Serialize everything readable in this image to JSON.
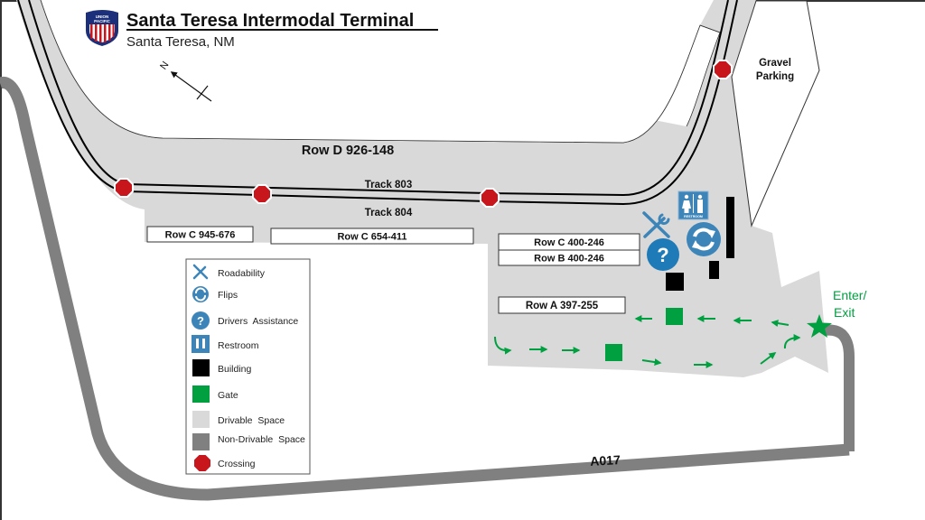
{
  "header": {
    "title": "Santa Teresa Intermodal Terminal",
    "subtitle": "Santa Teresa, NM",
    "logo_text": "UNION PACIFIC",
    "north_label": "N"
  },
  "map": {
    "rows": {
      "row_d": "Row D 926-148",
      "row_c_1": "Row C 945-676",
      "row_c_2": "Row C 654-411",
      "row_c_3": "Row C 400-246",
      "row_b": "Row B 400-246",
      "row_a": "Row A 397-255"
    },
    "tracks": {
      "upper": "Track 803",
      "lower": "Track 804"
    },
    "gravel_parking": {
      "line1": "Gravel",
      "line2": "Parking"
    },
    "entrance": {
      "line1": "Enter/",
      "line2": "Exit"
    },
    "road_label": "A017",
    "restroom_sign_text": "RESTROOM"
  },
  "legend": {
    "items": [
      {
        "label": "Roadability",
        "icon": "wrench-screwdriver-icon"
      },
      {
        "label": "Flips",
        "icon": "flip-arrows-icon"
      },
      {
        "label": "Drivers  Assistance",
        "icon": "question-icon"
      },
      {
        "label": "Restroom",
        "icon": "restroom-icon"
      },
      {
        "label": "Building",
        "icon": "black-square"
      },
      {
        "label": "Gate",
        "icon": "green-square"
      },
      {
        "label": "Drivable  Space",
        "icon": "light-gray-square"
      },
      {
        "label": "Non-Drivable  Space",
        "icon": "dark-gray-square"
      },
      {
        "label": "Crossing",
        "icon": "red-octagon"
      }
    ]
  },
  "colors": {
    "drivable": "#d9d9d9",
    "non_drivable": "#808080",
    "building": "#000000",
    "gate": "#00a040",
    "crossing": "#c8161d",
    "service_icon": "#3d85b8",
    "assistance": "#1f7ab8"
  }
}
